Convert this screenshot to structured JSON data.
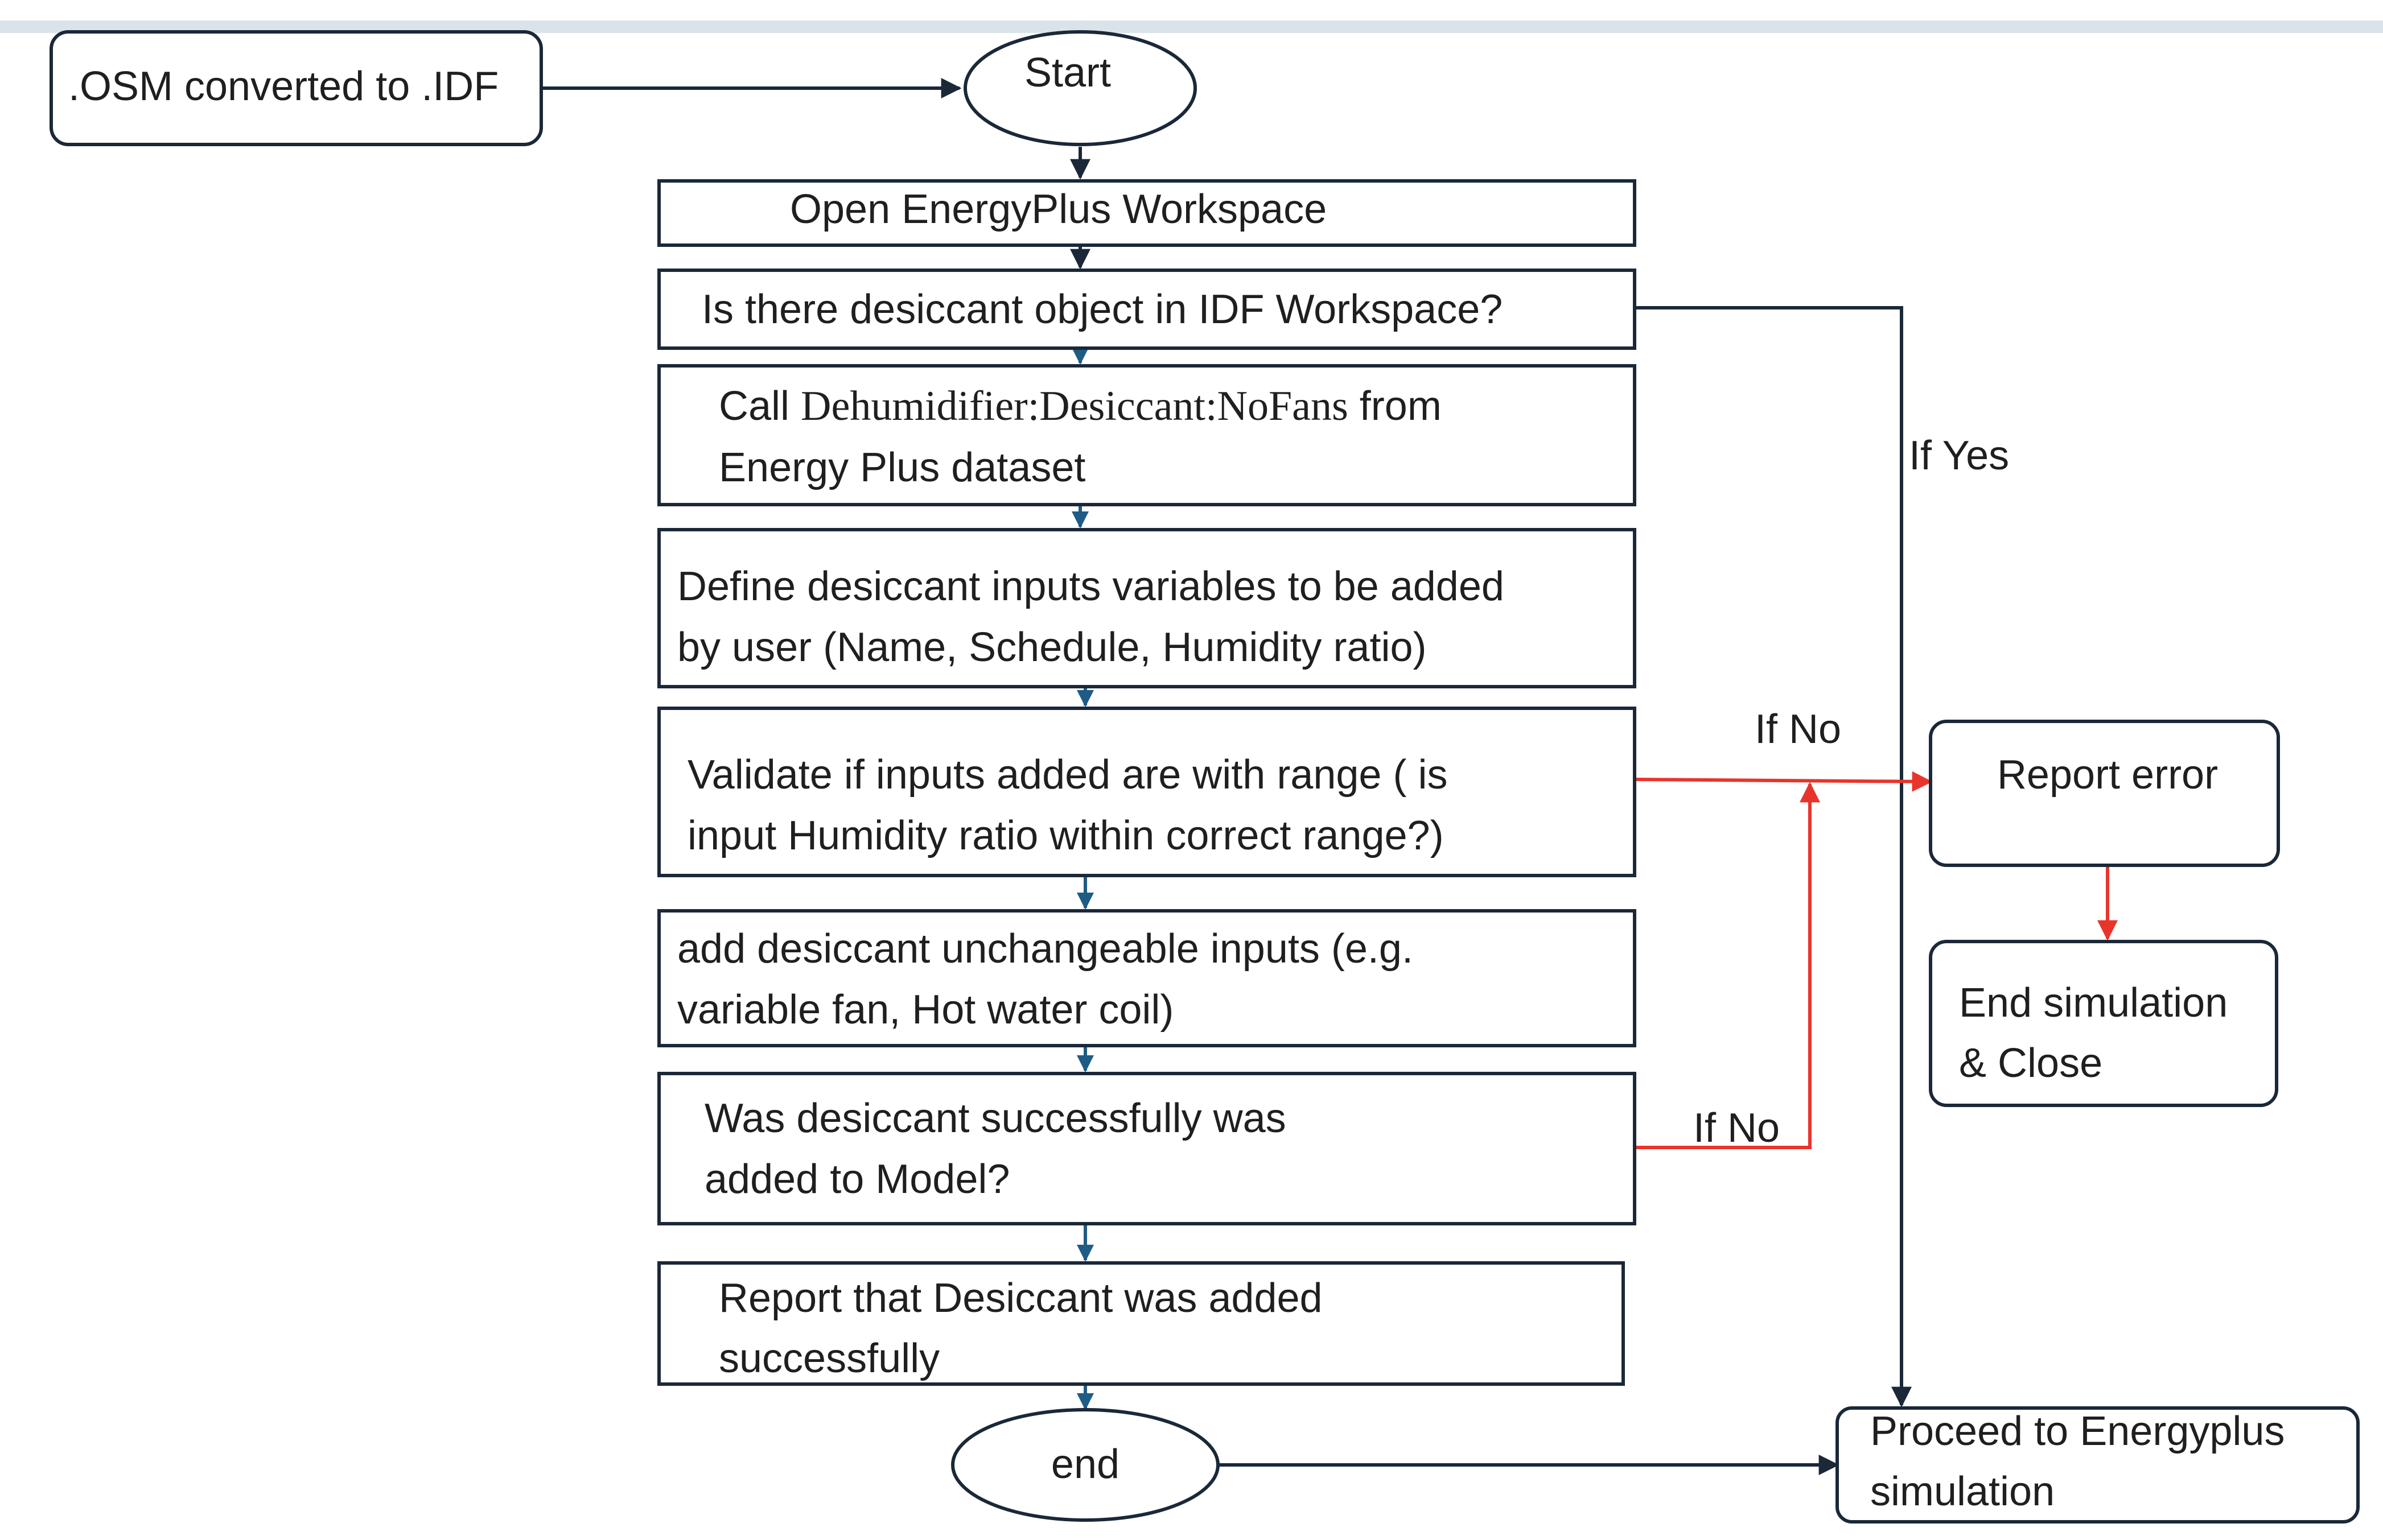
{
  "nodes": {
    "osm": {
      "text": ".OSM  converted to .IDF"
    },
    "start": {
      "text": "Start"
    },
    "open_ws": {
      "text": "Open EnergyPlus Workspace"
    },
    "is_desiccant": {
      "text": "Is there desiccant object in IDF Workspace?"
    },
    "call_dehumidifier": {
      "line1_a": "Call ",
      "line1_b": "Dehumidifier:Desiccant:NoFans",
      "line1_c": " from",
      "line2": "Energy Plus dataset"
    },
    "define_inputs": {
      "line1": "Define desiccant inputs variables to be added",
      "line2": "by user (Name, Schedule, Humidity ratio)"
    },
    "validate": {
      "line1": "Validate if inputs added are with range ( is",
      "line2": "input Humidity ratio within correct range?)"
    },
    "add_unchangeable": {
      "line1": "add desiccant unchangeable inputs (e.g.",
      "line2": "variable fan, Hot water coil)"
    },
    "was_added": {
      "line1": "Was desiccant successfully was",
      "line2": "added to Model?"
    },
    "report_success": {
      "line1": "Report that Desiccant was added",
      "line2": "successfully"
    },
    "end": {
      "text": "end"
    },
    "report_error": {
      "text": "Report error"
    },
    "end_sim": {
      "line1": "End simulation",
      "line2": "& Close"
    },
    "proceed": {
      "line1": "Proceed to Energyplus",
      "line2": "simulation"
    }
  },
  "edge_labels": {
    "if_yes": "If Yes",
    "if_no_validate": "If No",
    "if_no_added": "If No"
  },
  "colors": {
    "stroke": "#1a2838",
    "flow_arrow": "#1f5c85",
    "error_path": "#e8342b",
    "top_band": "#dbe3ea"
  }
}
